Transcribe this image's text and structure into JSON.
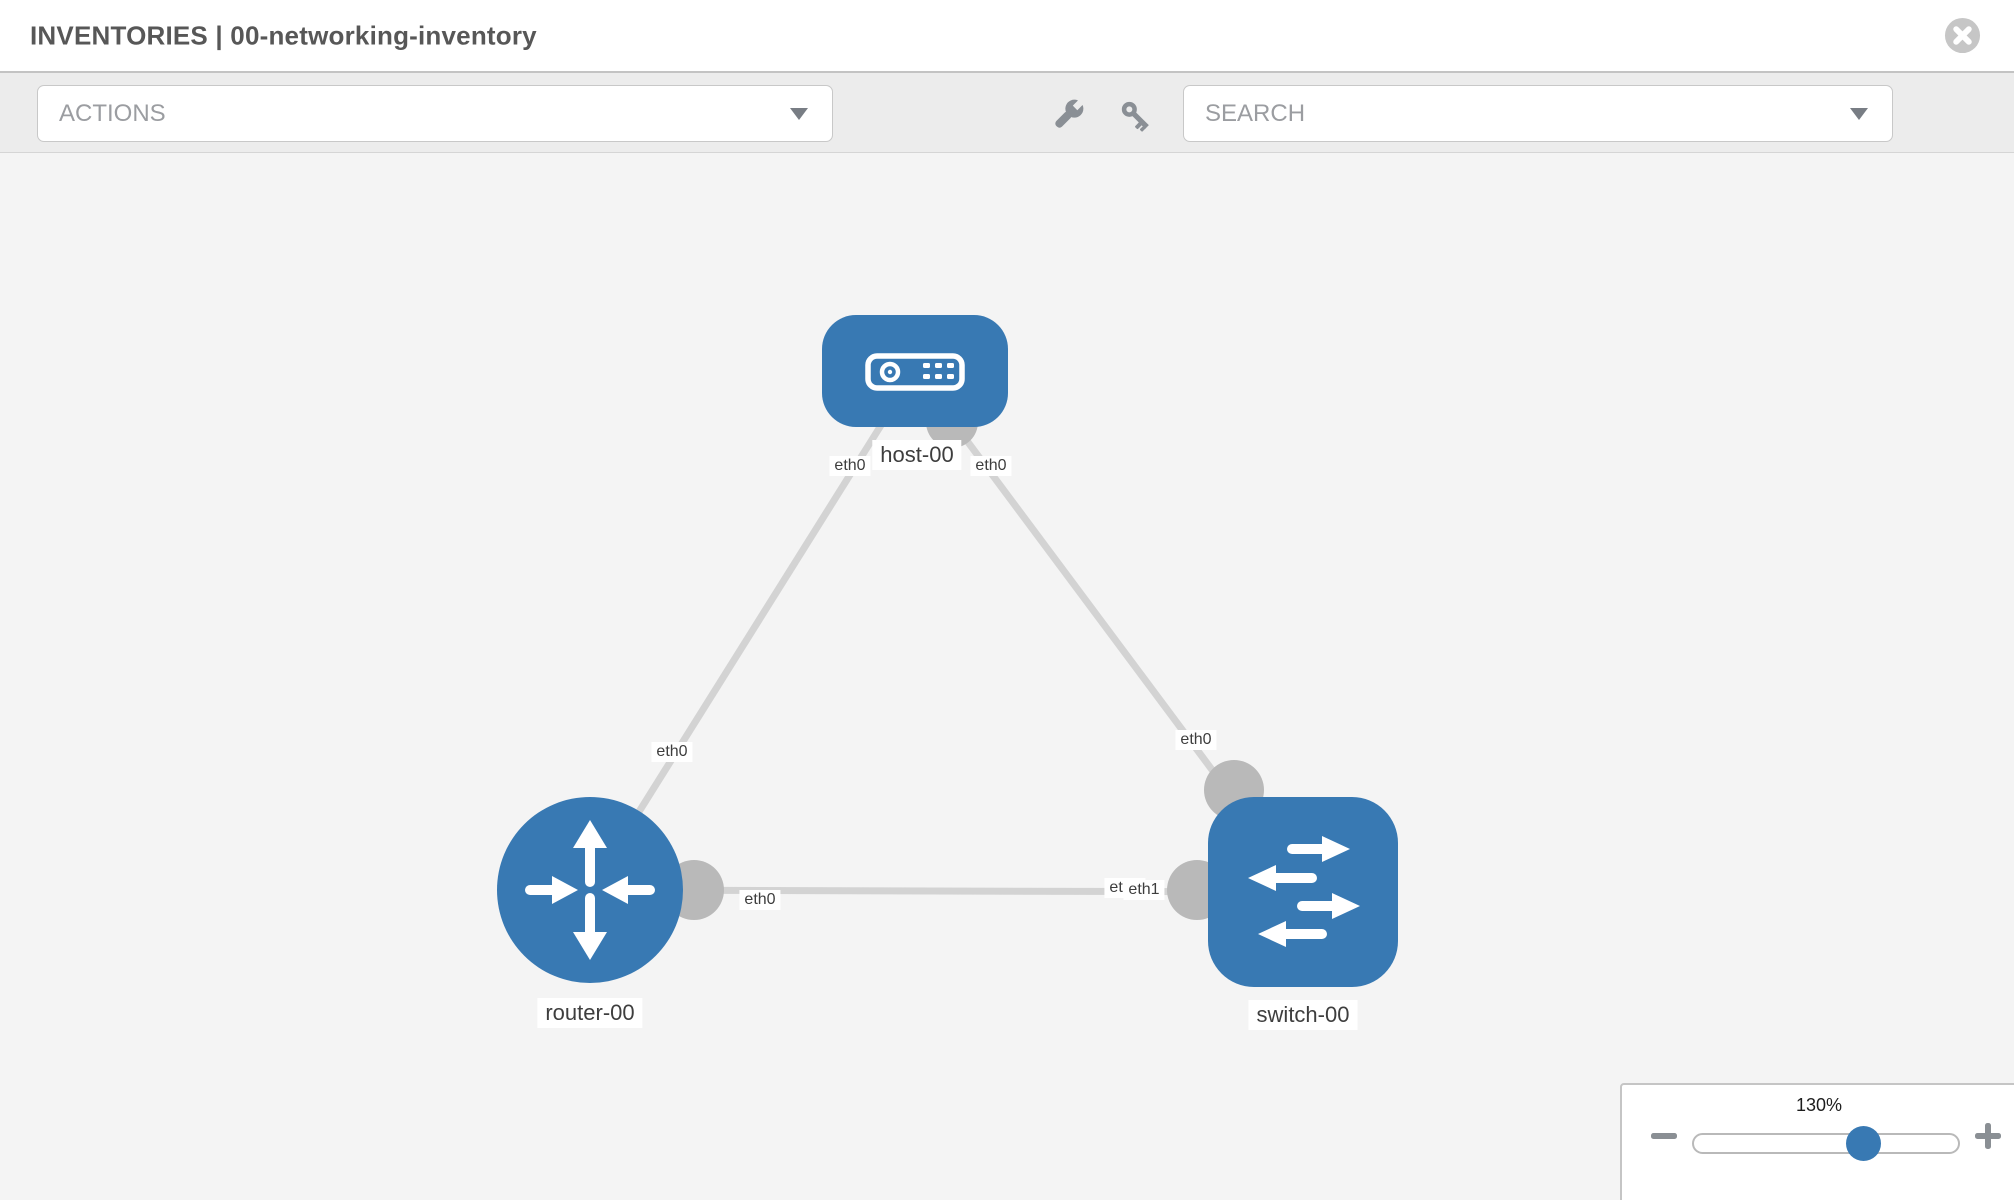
{
  "header": {
    "title": "INVENTORIES | 00-networking-inventory",
    "close_icon": "x-circle"
  },
  "toolbar": {
    "actions_label": "ACTIONS",
    "search_label": "SEARCH",
    "wrench_icon": "wrench",
    "key_icon": "key"
  },
  "topology": {
    "nodes": [
      {
        "id": "host-00",
        "type": "host",
        "label": "host-00"
      },
      {
        "id": "router-00",
        "type": "router",
        "label": "router-00"
      },
      {
        "id": "switch-00",
        "type": "switch",
        "label": "switch-00"
      }
    ],
    "links": [
      {
        "from": "host-00",
        "from_interface": "eth0",
        "to": "router-00",
        "to_interface": "eth0"
      },
      {
        "from": "host-00",
        "from_interface": "eth0",
        "to": "switch-00",
        "to_interface": "eth0"
      },
      {
        "from": "router-00",
        "from_interface": "eth0",
        "to": "switch-00",
        "to_interface": "eth1"
      }
    ],
    "interface_labels": [
      "eth0",
      "eth0",
      "eth0",
      "eth0",
      "eth0",
      "eth0",
      "eth1"
    ]
  },
  "zoom_control": {
    "level": "130%",
    "zoom_out_icon": "minus",
    "zoom_in_icon": "plus",
    "slider_percent": 64
  },
  "colors": {
    "node_blue": "#3879b3",
    "interface_gray": "#b9b9b9",
    "link_gray": "#d3d3d3",
    "toolbar_bg": "#ececec",
    "canvas_bg": "#f4f4f4",
    "muted_text": "#9b9da1",
    "title_text": "#575757"
  }
}
